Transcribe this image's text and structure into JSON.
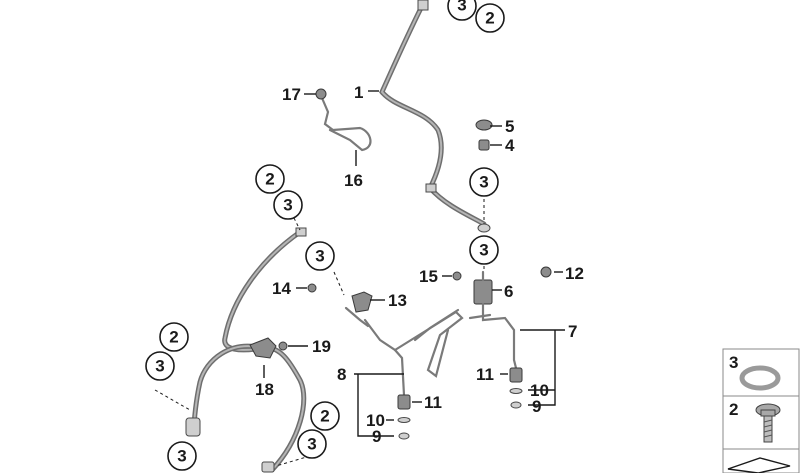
{
  "callouts": {
    "c1": "1",
    "c2": "2",
    "c3": "3",
    "c4": "4",
    "c5": "5",
    "c6": "6",
    "c7": "7",
    "c8": "8",
    "c9": "9",
    "c10": "10",
    "c11": "11",
    "c12": "12",
    "c13": "13",
    "c14": "14",
    "c15": "15",
    "c16": "16",
    "c17": "17",
    "c18": "18",
    "c19": "19"
  },
  "legend": {
    "item_top": "3",
    "item_mid": "2"
  },
  "colors": {
    "line": "#1a1a1a",
    "hose": "#6e6e6e",
    "part": "#8c8c8c",
    "background": "#ffffff"
  }
}
